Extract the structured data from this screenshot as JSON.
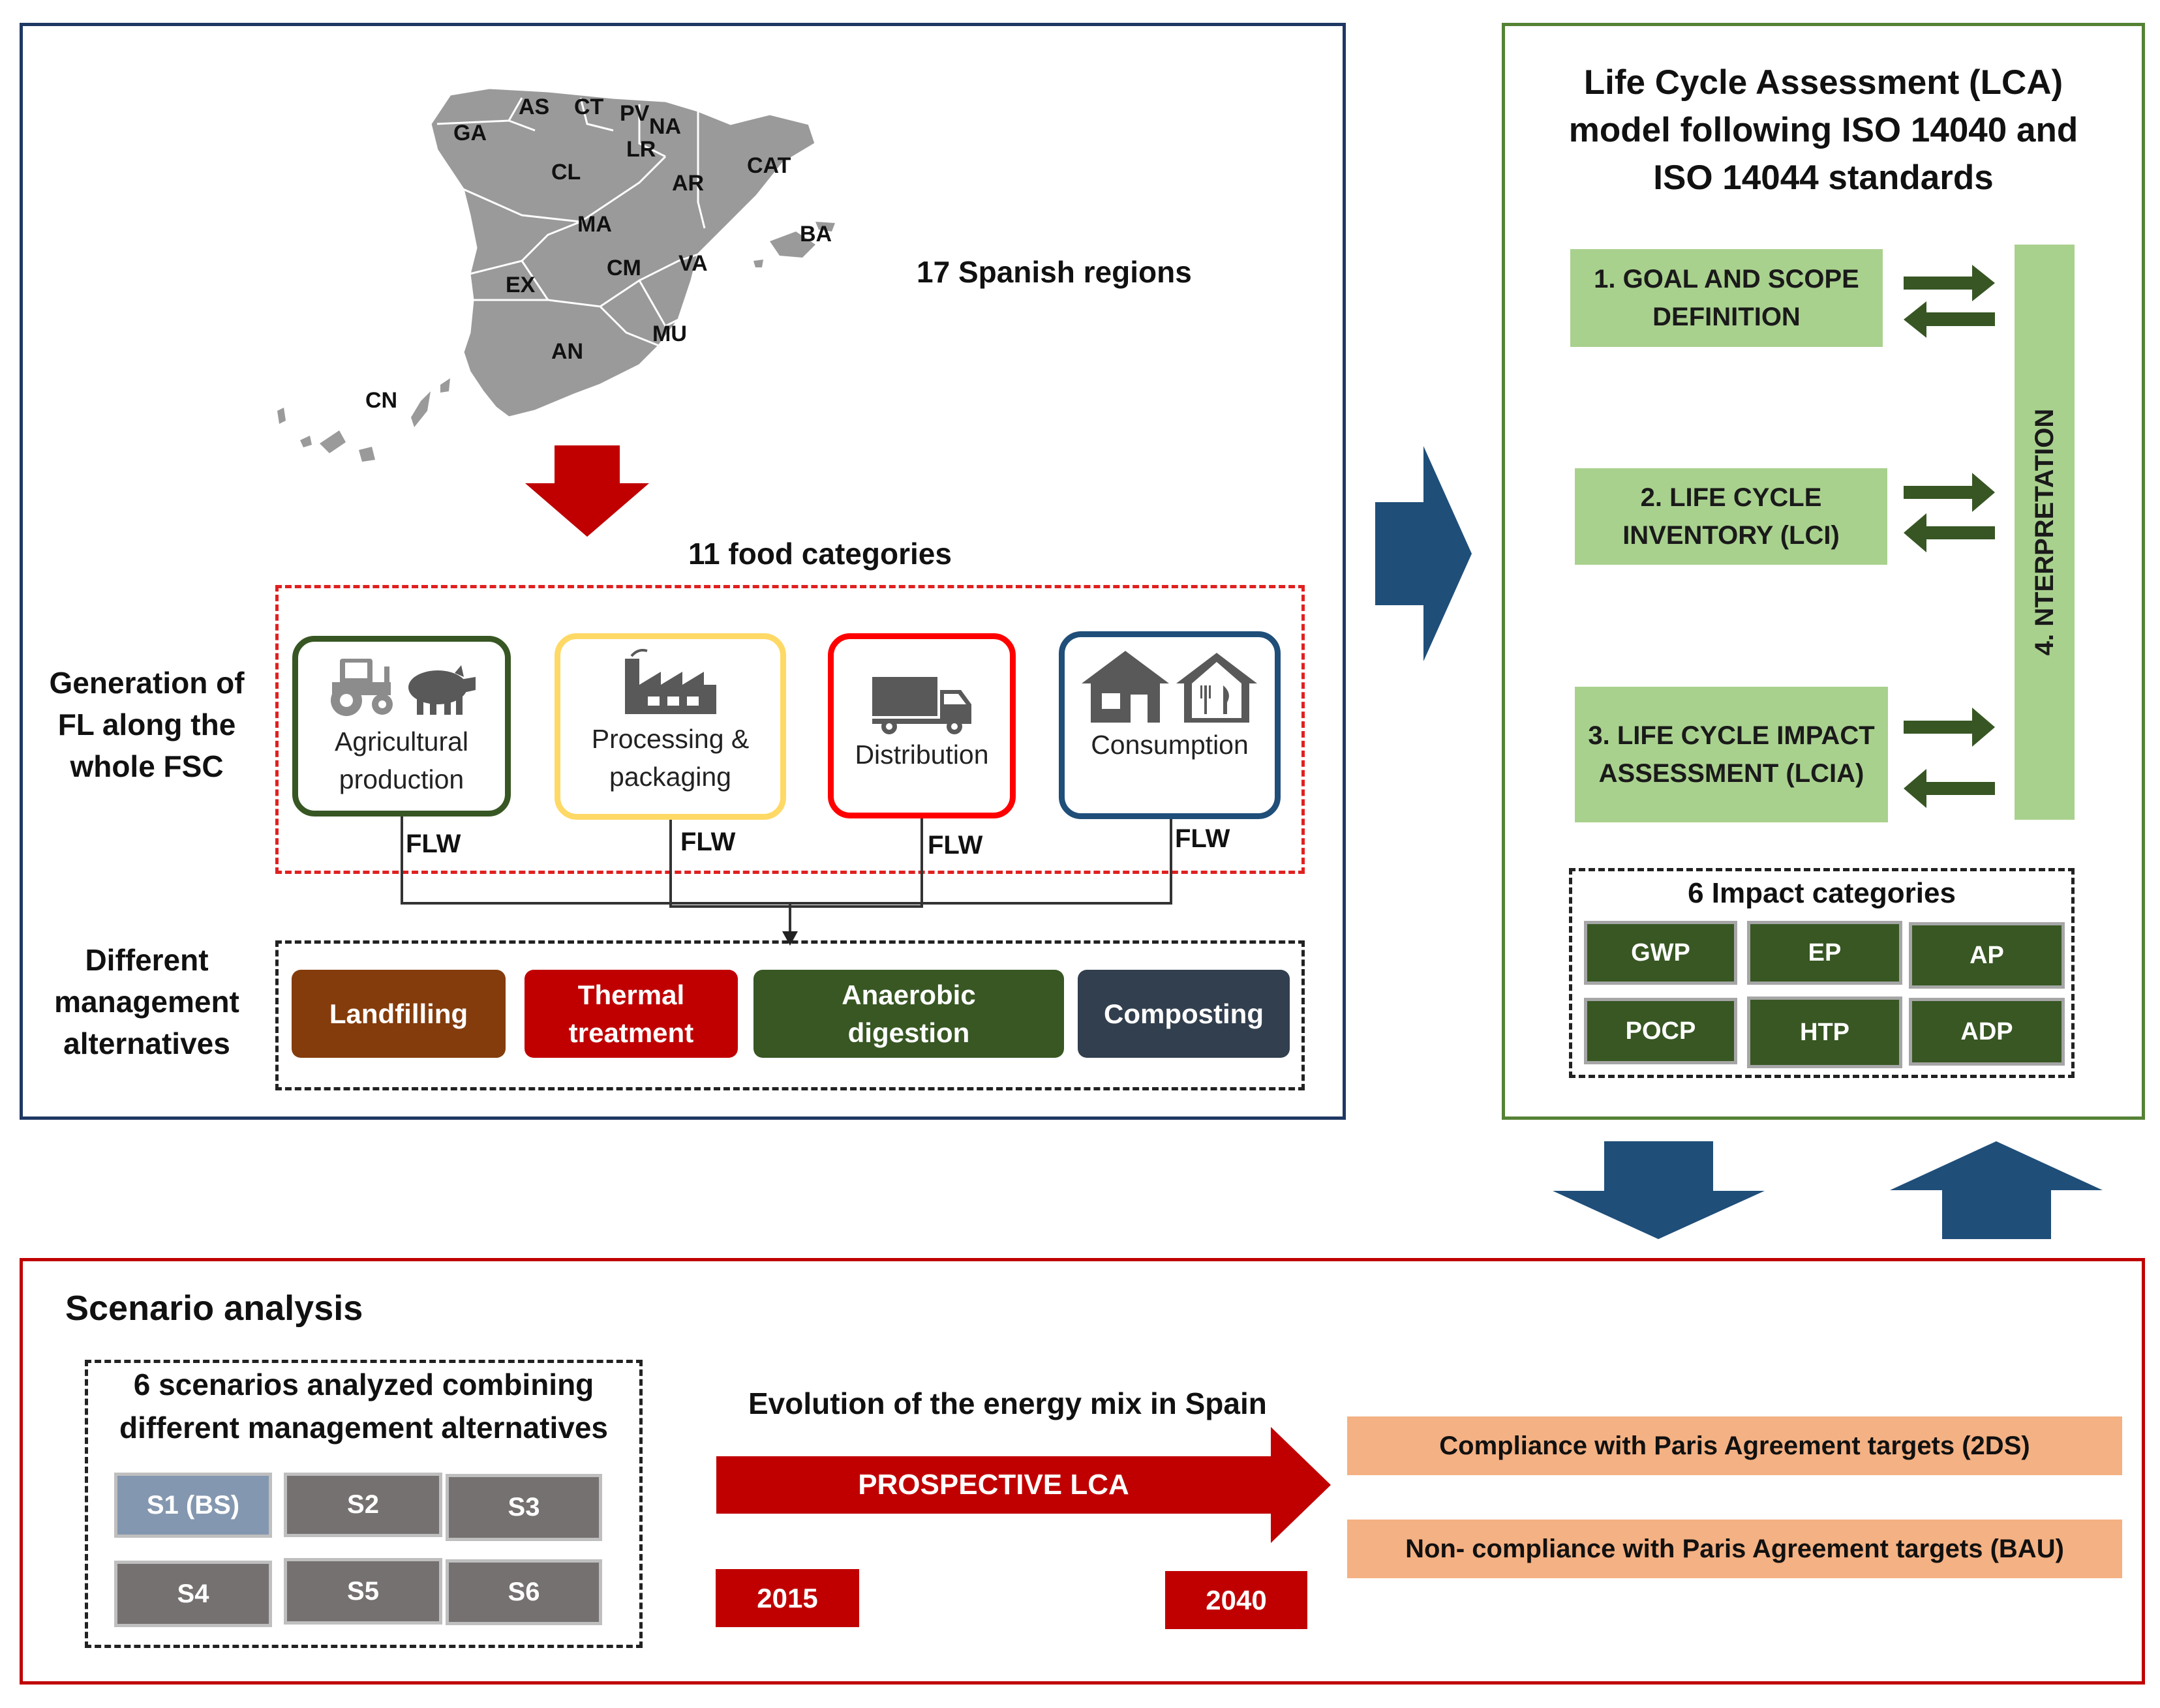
{
  "map": {
    "caption": "17 Spanish regions",
    "regions": [
      "GA",
      "AS",
      "CT",
      "PV",
      "NA",
      "LR",
      "CL",
      "AR",
      "CAT",
      "MA",
      "CM",
      "VA",
      "BA",
      "EX",
      "MU",
      "AN",
      "CN"
    ]
  },
  "food_categories": "11 food categories",
  "generation_label": "Generation of FL along the whole FSC",
  "stages": [
    {
      "label": "Agricultural production",
      "color": "#375623"
    },
    {
      "label": "Processing & packaging",
      "color": "#ffd966"
    },
    {
      "label": "Distribution",
      "color": "#ff0000"
    },
    {
      "label": "Consumption",
      "color": "#1f4e79"
    }
  ],
  "flw_label": "FLW",
  "management_label": "Different management alternatives",
  "management": [
    {
      "label": "Landfilling",
      "color": "#843c0c"
    },
    {
      "label": "Thermal treatment",
      "color": "#c00000"
    },
    {
      "label": "Anaerobic digestion",
      "color": "#385723"
    },
    {
      "label": "Composting",
      "color": "#323f4f"
    }
  ],
  "lca": {
    "title": "Life Cycle Assessment (LCA) model following ISO 14040 and ISO 14044 standards",
    "steps": [
      "1. GOAL AND SCOPE DEFINITION",
      "2. LIFE CYCLE INVENTORY (LCI)",
      "3. LIFE CYCLE IMPACT ASSESSMENT (LCIA)"
    ],
    "interpretation": "4. NTERPRETATION",
    "impact_title": "6 Impact categories",
    "impacts": [
      "GWP",
      "EP",
      "AP",
      "POCP",
      "HTP",
      "ADP"
    ]
  },
  "scenario": {
    "title": "Scenario analysis",
    "scenarios_caption": "6 scenarios analyzed combining different management alternatives",
    "scenarios": [
      "S1 (BS)",
      "S2",
      "S3",
      "S4",
      "S5",
      "S6"
    ],
    "energy_caption": "Evolution of the energy mix in Spain",
    "prospective": "PROSPECTIVE LCA",
    "year_start": "2015",
    "year_end": "2040",
    "outcomes": [
      "Compliance with Paris Agreement targets (2DS)",
      "Non- compliance with Paris Agreement targets (BAU)"
    ]
  },
  "colors": {
    "left_border": "#1f3864",
    "lca_border": "#548235",
    "scenario_border": "#c00000",
    "arrow_blue": "#1f4e79",
    "arrow_red": "#c00000",
    "arrow_green": "#375623",
    "step_green": "#a9d18e",
    "baseline_scenario": "#8497b0",
    "outcome": "#f4b183"
  }
}
